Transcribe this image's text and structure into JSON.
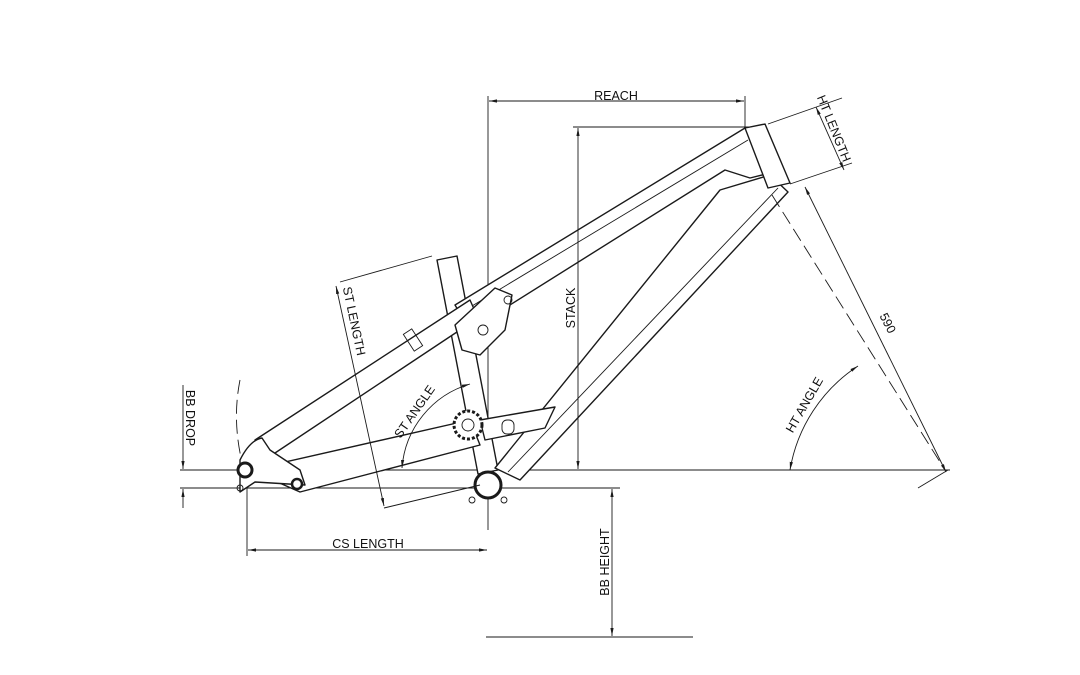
{
  "title": "Bike frame geometry drawing",
  "labels": {
    "reach": "REACH",
    "stack": "STACK",
    "ht_length": "HT LENGTH",
    "ht_angle": "HT ANGLE",
    "fork_length": "590",
    "st_length": "ST LENGTH",
    "st_angle": "ST ANGLE",
    "bb_drop": "BB DROP",
    "cs_length": "CS LENGTH",
    "bb_height": "BB HEIGHT"
  },
  "colors": {
    "line": "#1a1a1a",
    "background": "#ffffff"
  }
}
